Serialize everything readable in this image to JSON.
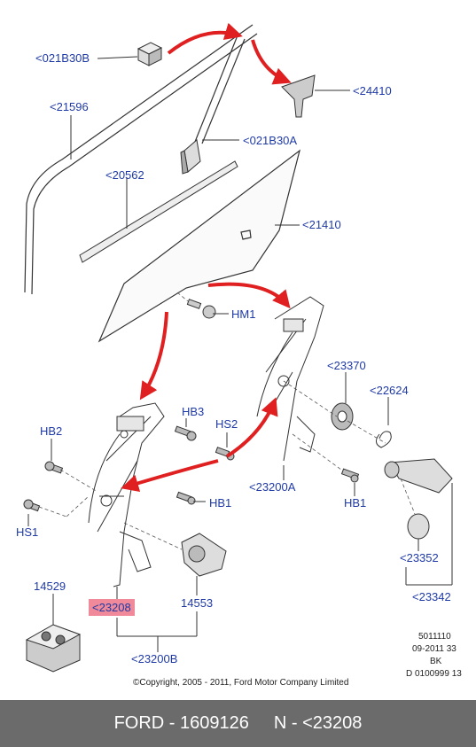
{
  "labels": {
    "p021B30B": "<021B30B",
    "p21596": "<21596",
    "p24410": "<24410",
    "p021B30A": "<021B30A",
    "p20562": "<20562",
    "p21410": "<21410",
    "hm1": "HM1",
    "p23370": "<23370",
    "p22624": "<22624",
    "hb3": "HB3",
    "hs2": "HS2",
    "hb2": "HB2",
    "p23200A": "<23200A",
    "hb1_left": "HB1",
    "hb1_right": "HB1",
    "hs1": "HS1",
    "p23352": "<23352",
    "n14529": "14529",
    "p23208": "<23208",
    "n14553": "14553",
    "p23342": "<23342",
    "p23200B": "<23200B"
  },
  "meta": {
    "line1": "5011110",
    "line2": "09-2011 33",
    "line3": "BK",
    "line4": "D 0100999 13"
  },
  "copyright": "©Copyright, 2005 - 2011, Ford Motor Company Limited",
  "footer": {
    "part": "FORD - 1609126",
    "ref": "N - <23208"
  },
  "colors": {
    "label": "#1f3aa6",
    "arrow": "#e02020",
    "highlight": "#f08a9a",
    "footer_bg": "#6b6b6b"
  }
}
